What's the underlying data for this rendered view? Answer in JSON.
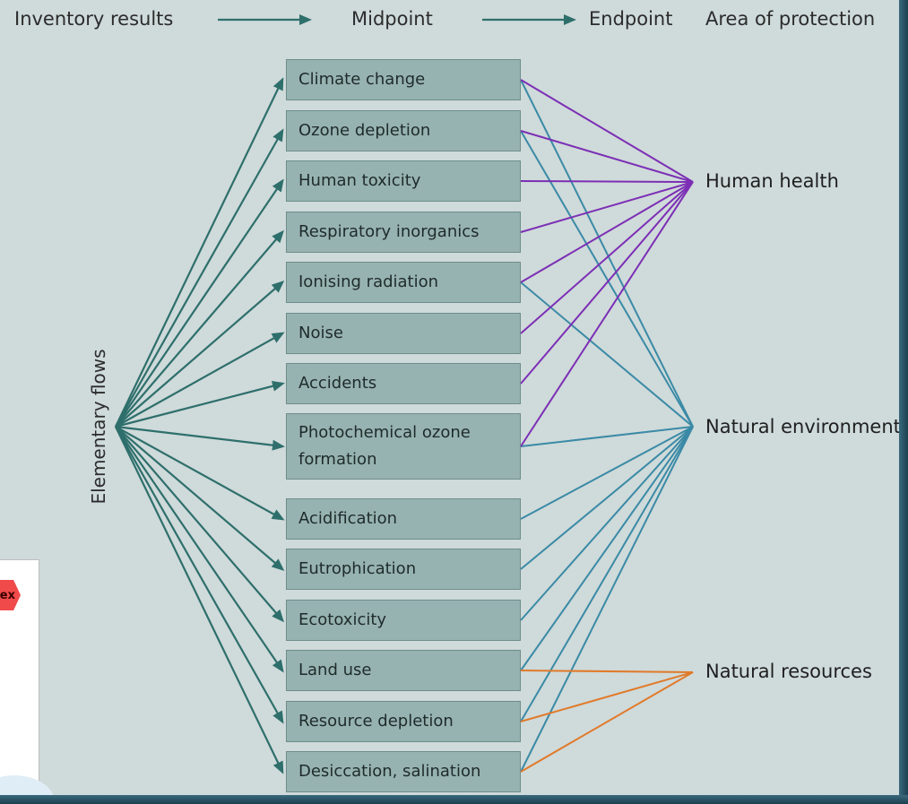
{
  "header": {
    "inventory": "Inventory results",
    "midpoint": "Midpoint",
    "endpoint": "Endpoint",
    "area": "Area of protection"
  },
  "side_label": "Elementary flows",
  "midpoints": [
    [
      "Climate change"
    ],
    [
      "Ozone depletion"
    ],
    [
      "Human toxicity"
    ],
    [
      "Respiratory inorganics"
    ],
    [
      "Ionising radiation"
    ],
    [
      "Noise"
    ],
    [
      "Accidents"
    ],
    [
      "Photochemical ozone",
      "formation"
    ],
    [
      "Acidification"
    ],
    [
      "Eutrophication"
    ],
    [
      "Ecotoxicity"
    ],
    [
      "Land use"
    ],
    [
      "Resource depletion"
    ],
    [
      "Desiccation, salination"
    ]
  ],
  "endpoints": {
    "human_health": "Human health",
    "natural_environment": "Natural environment",
    "natural_resources": "Natural resources"
  },
  "links": {
    "human_health": [
      0,
      1,
      2,
      3,
      4,
      5,
      6,
      7
    ],
    "natural_environment": [
      0,
      1,
      4,
      7,
      8,
      9,
      10,
      11,
      12,
      13
    ],
    "natural_resources": [
      11,
      12,
      13
    ]
  },
  "inset": {
    "badge": "ex"
  },
  "colors": {
    "arrow": "#2e6f6c",
    "human_health": "#7c2fb5",
    "natural_environment": "#3a8aa6",
    "natural_resources": "#e07a2a",
    "box": "#97b3b1",
    "background": "#cfdada"
  }
}
